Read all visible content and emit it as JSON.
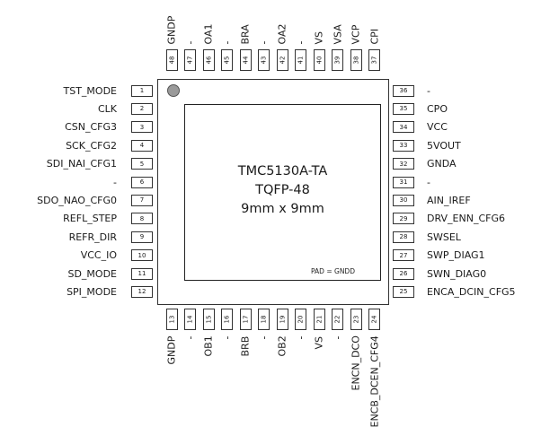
{
  "chip": {
    "name": "TMC5130A-TA",
    "package": "TQFP-48",
    "size": "9mm x 9mm",
    "pad_note": "PAD = GNDD"
  },
  "pins_left": [
    {
      "num": "1",
      "name": "TST_MODE"
    },
    {
      "num": "2",
      "name": "CLK"
    },
    {
      "num": "3",
      "name": "CSN_CFG3"
    },
    {
      "num": "4",
      "name": "SCK_CFG2"
    },
    {
      "num": "5",
      "name": "SDI_NAI_CFG1"
    },
    {
      "num": "6",
      "name": "-"
    },
    {
      "num": "7",
      "name": "SDO_NAO_CFG0"
    },
    {
      "num": "8",
      "name": "REFL_STEP"
    },
    {
      "num": "9",
      "name": "REFR_DIR"
    },
    {
      "num": "10",
      "name": "VCC_IO"
    },
    {
      "num": "11",
      "name": "SD_MODE"
    },
    {
      "num": "12",
      "name": "SPI_MODE"
    }
  ],
  "pins_right": [
    {
      "num": "36",
      "name": "-"
    },
    {
      "num": "35",
      "name": "CPO"
    },
    {
      "num": "34",
      "name": "VCC"
    },
    {
      "num": "33",
      "name": "5VOUT"
    },
    {
      "num": "32",
      "name": "GNDA"
    },
    {
      "num": "31",
      "name": "-"
    },
    {
      "num": "30",
      "name": "AIN_IREF"
    },
    {
      "num": "29",
      "name": "DRV_ENN_CFG6"
    },
    {
      "num": "28",
      "name": "SWSEL"
    },
    {
      "num": "27",
      "name": "SWP_DIAG1"
    },
    {
      "num": "26",
      "name": "SWN_DIAG0"
    },
    {
      "num": "25",
      "name": "ENCA_DCIN_CFG5"
    }
  ],
  "pins_top": [
    {
      "num": "48",
      "name": "GNDP"
    },
    {
      "num": "47",
      "name": "-"
    },
    {
      "num": "46",
      "name": "OA1"
    },
    {
      "num": "45",
      "name": "-"
    },
    {
      "num": "44",
      "name": "BRA"
    },
    {
      "num": "43",
      "name": "-"
    },
    {
      "num": "42",
      "name": "OA2"
    },
    {
      "num": "41",
      "name": "-"
    },
    {
      "num": "40",
      "name": "VS"
    },
    {
      "num": "39",
      "name": "VSA"
    },
    {
      "num": "38",
      "name": "VCP"
    },
    {
      "num": "37",
      "name": "CPI"
    }
  ],
  "pins_bottom": [
    {
      "num": "13",
      "name": "GNDP"
    },
    {
      "num": "14",
      "name": "-"
    },
    {
      "num": "15",
      "name": "OB1"
    },
    {
      "num": "16",
      "name": "-"
    },
    {
      "num": "17",
      "name": "BRB"
    },
    {
      "num": "18",
      "name": "-"
    },
    {
      "num": "19",
      "name": "OB2"
    },
    {
      "num": "20",
      "name": "-"
    },
    {
      "num": "21",
      "name": "VS"
    },
    {
      "num": "22",
      "name": "-"
    },
    {
      "num": "23",
      "name": "ENCN_DCO"
    },
    {
      "num": "24",
      "name": "ENCB_DCEN_CFG4"
    }
  ]
}
